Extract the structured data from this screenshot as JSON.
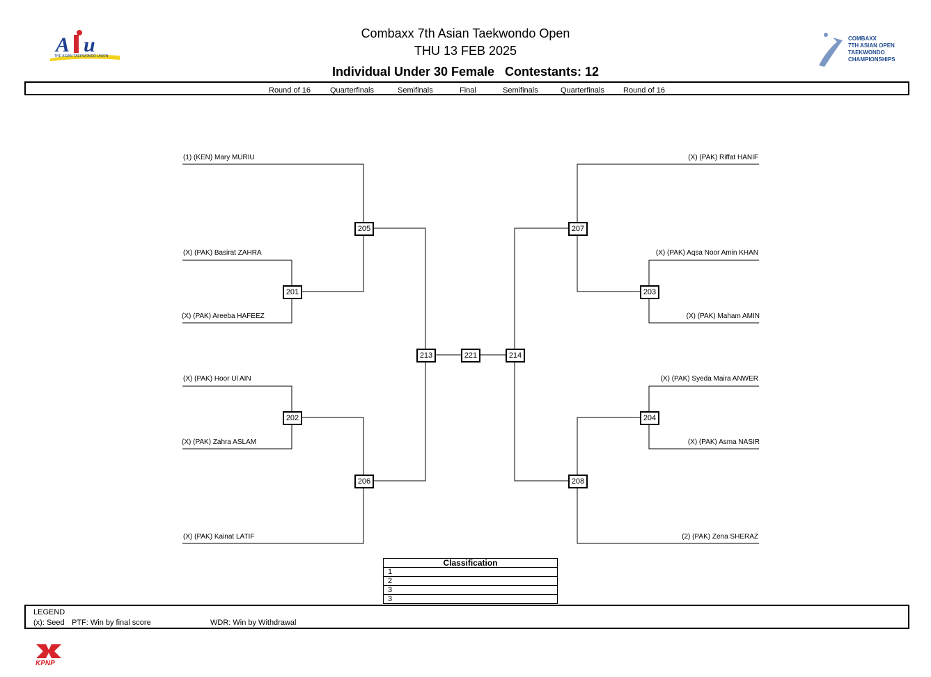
{
  "header": {
    "event_title": "Combaxx 7th Asian Taekwondo Open",
    "date": "THU 13 FEB 2025",
    "division": "Individual Under 30 Female",
    "contestants": "Contestants: 12"
  },
  "logos": {
    "left_text": "THE ASIAN TAEKWONDO UNION",
    "right_lines": [
      "COMBAXX",
      "7TH ASIAN OPEN",
      "TAEKWONDO",
      "CHAMPIONSHIPS"
    ],
    "bottom_text": "KPNP"
  },
  "rounds": [
    "Round of 16",
    "Quarterfinals",
    "Semifinals",
    "Final",
    "Semifinals",
    "Quarterfinals",
    "Round of 16"
  ],
  "left_athletes": [
    "(1) (KEN) Mary MURIU",
    "(X) (PAK) Basirat ZAHRA",
    "(X) (PAK) Areeba HAFEEZ",
    "(X) (PAK) Hoor Ul AIN",
    "(X) (PAK) Zahra ASLAM",
    "(X) (PAK) Kainat LATIF"
  ],
  "right_athletes": [
    "(X) (PAK) Riffat HANIF",
    "(X) (PAK) Aqsa Noor Amin KHAN",
    "(X) (PAK) Maham AMIN",
    "(X) (PAK) Syeda Maira ANWER",
    "(X) (PAK) Asma NASIR",
    "(2) (PAK) Zena SHERAZ"
  ],
  "matches": {
    "m201": "201",
    "m202": "202",
    "m203": "203",
    "m204": "204",
    "m205": "205",
    "m206": "206",
    "m207": "207",
    "m208": "208",
    "m213": "213",
    "m214": "214",
    "m221": "221"
  },
  "classification": {
    "title": "Classification",
    "places": [
      "1",
      "2",
      "3",
      "3"
    ]
  },
  "legend": {
    "title": "LEGEND",
    "items": [
      "(x): Seed",
      "PTF: Win by final score",
      "WDR: Win by Withdrawal"
    ]
  },
  "colors": {
    "atu_red": "#d2262f",
    "atu_blue": "#1d3f8f",
    "atu_yellow": "#f2d21c",
    "open_blue": "#1f4a8f",
    "kpnp_red": "#d8242b"
  }
}
